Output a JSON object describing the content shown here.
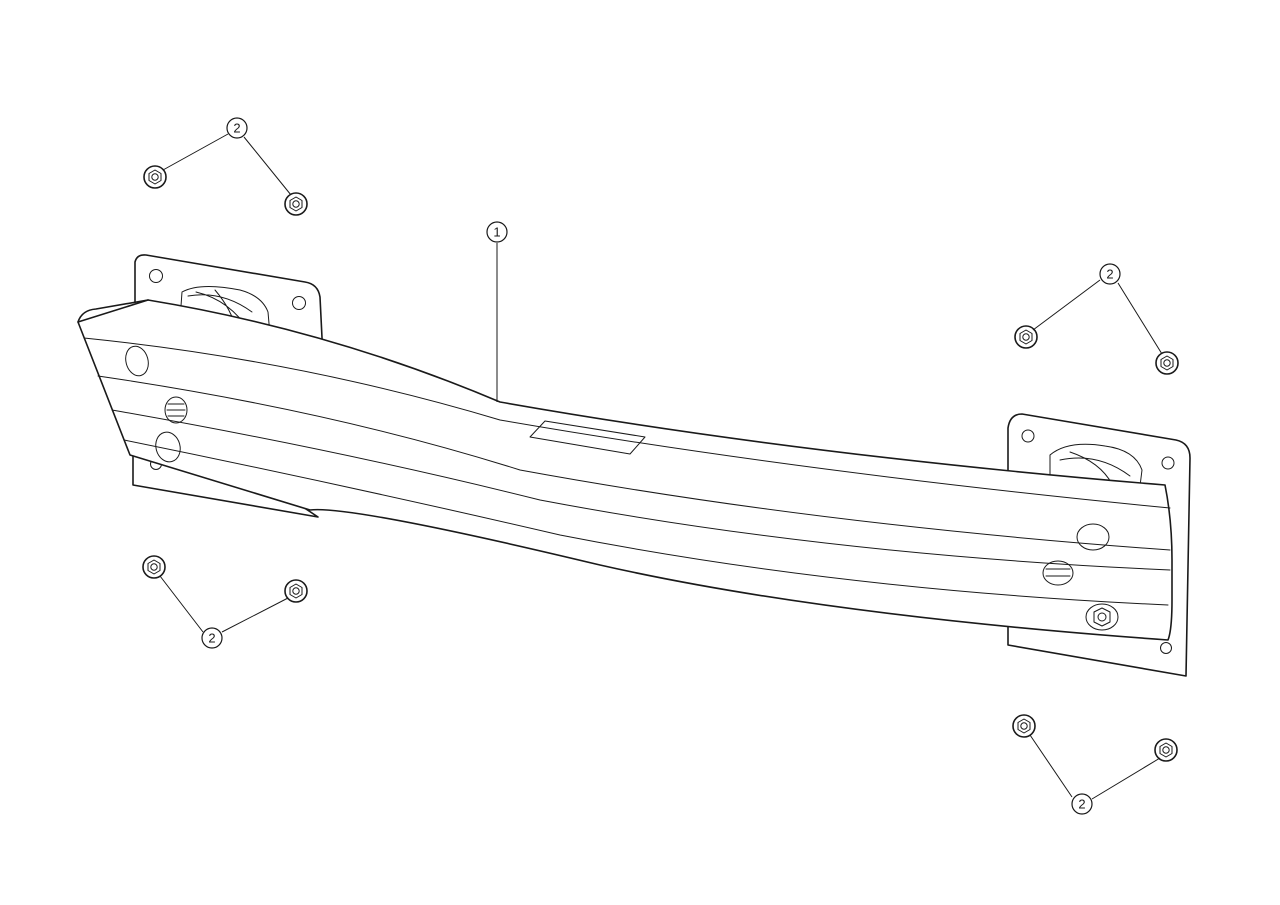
{
  "callouts": {
    "beam": "1",
    "nut_top_left": "2",
    "nut_right_upper": "2",
    "nut_bottom_left": "2",
    "nut_bottom_right": "2"
  },
  "colors": {
    "line": "#1a1a1a",
    "background": "#ffffff"
  }
}
